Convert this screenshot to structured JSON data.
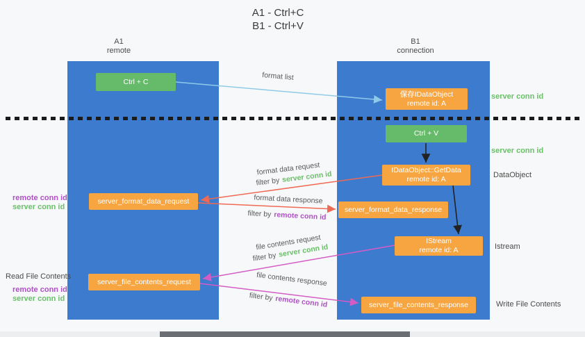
{
  "title": {
    "line1": "A1 - Ctrl+C",
    "line2": "B1 - Ctrl+V"
  },
  "lanes": {
    "left": {
      "name": "A1",
      "subtitle": "remote"
    },
    "right": {
      "name": "B1",
      "subtitle": "connection"
    }
  },
  "nodes": {
    "ctrl_c": "Ctrl + C",
    "ctrl_v": "Ctrl + V",
    "save_dataobject": {
      "line1": "保存IDataObject",
      "line2": "remote id: A"
    },
    "getdata": {
      "line1": "IDataObject::GetData",
      "line2": "remote id: A"
    },
    "istream": {
      "line1": "IStream",
      "line2": "remote id: A"
    },
    "format_request": "server_format_data_request",
    "format_response": "server_format_data_response",
    "file_request": "server_file_contents_request",
    "file_response": "server_file_contents_response"
  },
  "labels": {
    "format_list": "format list",
    "format_data_request": "format data request",
    "format_data_response": "format data response",
    "file_contents_request": "file contents request",
    "file_contents_response": "file contents response",
    "filter_by": "filter by",
    "server_conn_id": "server conn id",
    "remote_conn_id": "remote conn id",
    "dataobject": "DataObject",
    "istream_side": "Istream",
    "read_file_contents": "Read File Contents",
    "write_file_contents": "Write File Contents"
  },
  "colors": {
    "lane_blue": "#3d7bce",
    "box_green": "#66bb6a",
    "box_orange": "#f7a541",
    "arrow_blue": "#8fcbe8",
    "arrow_red": "#ef6a54",
    "arrow_magenta": "#d45cc4",
    "arrow_black": "#222222",
    "text_green": "#6abf69",
    "text_purple": "#b14fc9"
  }
}
